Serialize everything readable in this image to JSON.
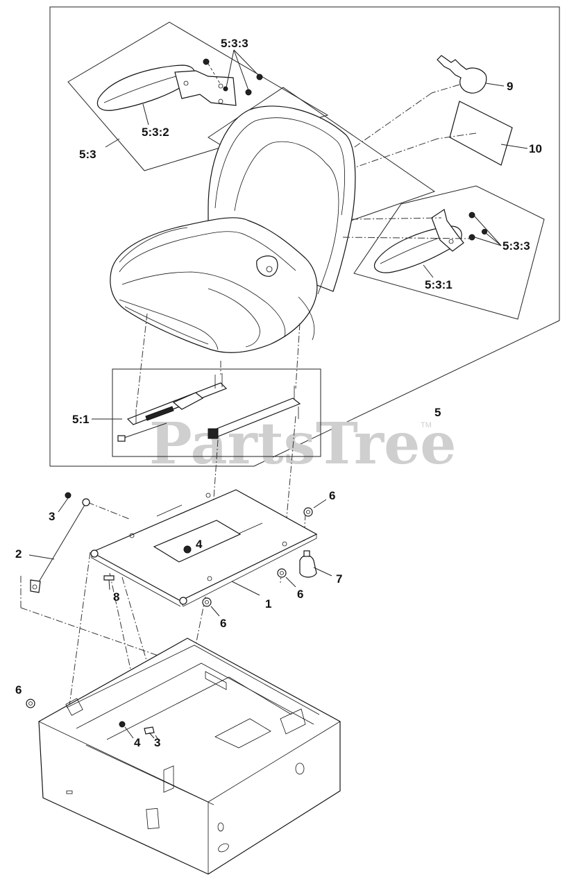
{
  "watermark": {
    "text": "PartsTree",
    "trademark": "TM"
  },
  "callouts": {
    "c_5_3_3_top": "5:3:3",
    "c_9": "9",
    "c_5_3_2": "5:3:2",
    "c_10": "10",
    "c_5_3": "5:3",
    "c_5_3_3_right": "5:3:3",
    "c_5_3_1": "5:3:1",
    "c_5": "5",
    "c_5_1": "5:1",
    "c_3_top": "3",
    "c_6_top": "6",
    "c_4_plate": "4",
    "c_2": "2",
    "c_7": "7",
    "c_8": "8",
    "c_1": "1",
    "c_6_mid": "6",
    "c_6_low": "6",
    "c_6_frame": "6",
    "c_4_frame": "4",
    "c_3_frame": "3"
  }
}
